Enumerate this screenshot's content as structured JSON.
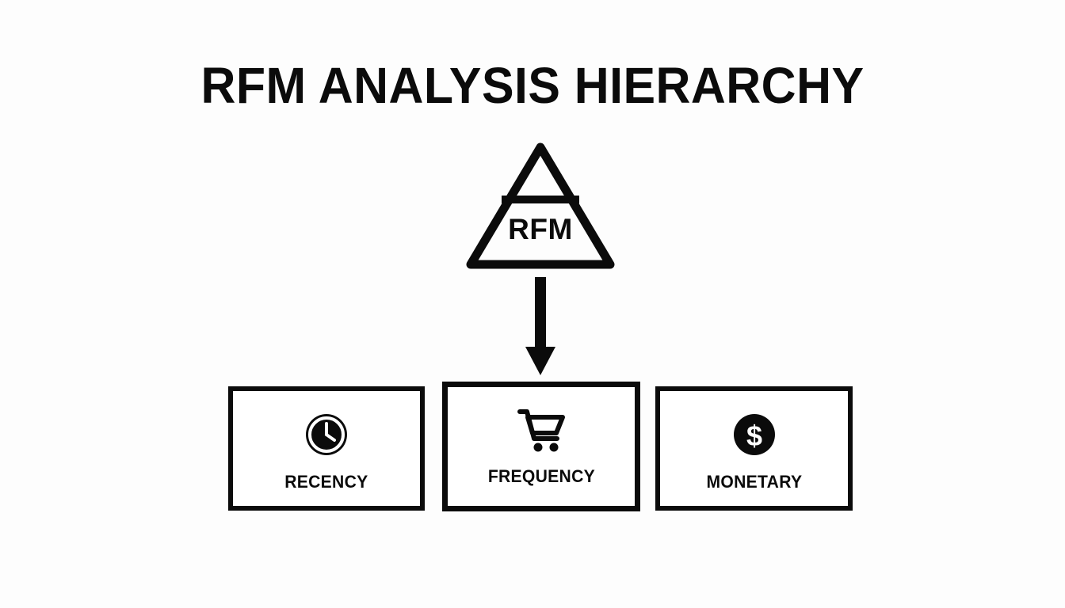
{
  "diagram": {
    "title": "RFM ANALYSIS HIERARCHY",
    "background_color": "#fdfdfd",
    "ink_color": "#0b0b0b",
    "apex": {
      "shape": "pyramid",
      "label": "RFM",
      "icon": "pyramid-icon"
    },
    "connector": {
      "icon": "down-arrow-icon",
      "direction": "down"
    },
    "components": [
      {
        "id": "recency",
        "label": "RECENCY",
        "icon": "clock-icon"
      },
      {
        "id": "frequency",
        "label": "FREQUENCY",
        "icon": "shopping-cart-icon"
      },
      {
        "id": "monetary",
        "label": "MONETARY",
        "icon": "dollar-coin-icon"
      }
    ]
  }
}
